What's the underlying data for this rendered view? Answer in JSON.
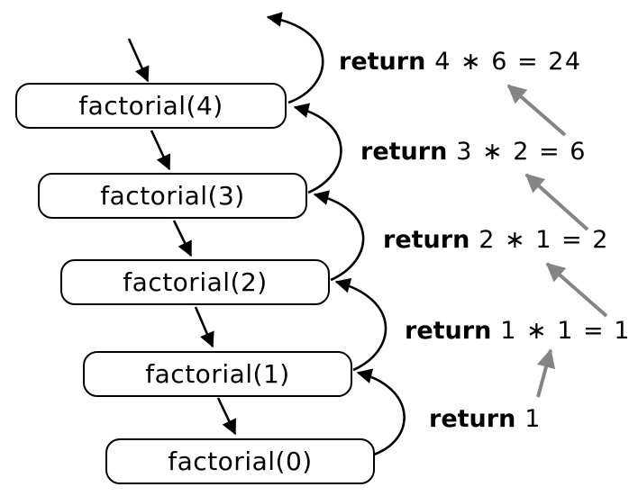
{
  "diagram": {
    "description": "Recursive call stack of factorial(4) with call and return arrows",
    "nodes": [
      {
        "label": "factorial(4)"
      },
      {
        "label": "factorial(3)"
      },
      {
        "label": "factorial(2)"
      },
      {
        "label": "factorial(1)"
      },
      {
        "label": "factorial(0)"
      }
    ],
    "return_labels": [
      {
        "keyword": "return",
        "expression": "4 ∗ 6 = 24"
      },
      {
        "keyword": "return",
        "expression": "3 ∗ 2 = 6"
      },
      {
        "keyword": "return",
        "expression": "2 ∗ 1 = 2"
      },
      {
        "keyword": "return",
        "expression": "1 ∗ 1 = 1"
      },
      {
        "keyword": "return",
        "expression": "1"
      }
    ],
    "edges": {
      "call_arrows": [
        {
          "from": "caller",
          "to": "factorial(4)"
        },
        {
          "from": "factorial(4)",
          "to": "factorial(3)"
        },
        {
          "from": "factorial(3)",
          "to": "factorial(2)"
        },
        {
          "from": "factorial(2)",
          "to": "factorial(1)"
        },
        {
          "from": "factorial(1)",
          "to": "factorial(0)"
        }
      ],
      "return_arrows": [
        {
          "from": "factorial(4)",
          "to": "caller"
        },
        {
          "from": "factorial(3)",
          "to": "factorial(4)"
        },
        {
          "from": "factorial(2)",
          "to": "factorial(3)"
        },
        {
          "from": "factorial(1)",
          "to": "factorial(2)"
        },
        {
          "from": "factorial(0)",
          "to": "factorial(1)"
        }
      ]
    },
    "colors": {
      "line": "#000000",
      "pointer_gray": "#858585",
      "background": "#ffffff"
    }
  }
}
